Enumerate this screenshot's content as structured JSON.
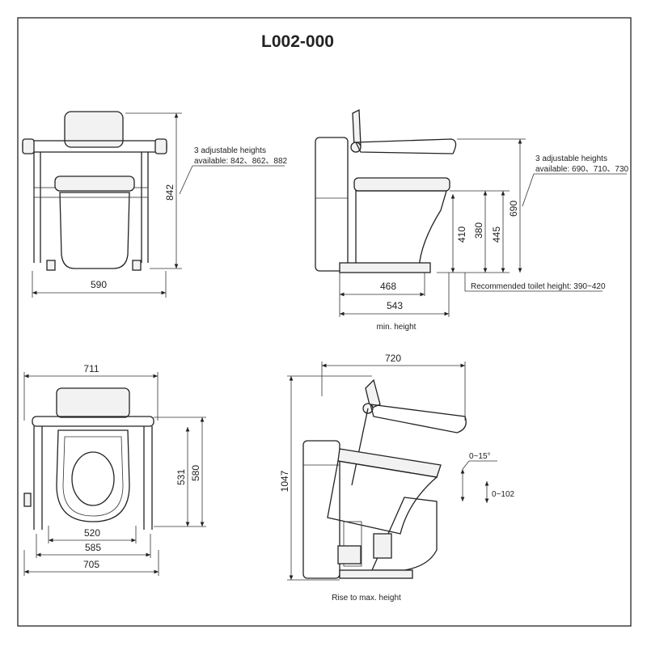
{
  "title": "L002-000",
  "front_view": {
    "width": "590",
    "height": "842",
    "note_line1": "3 adjustable heights",
    "note_line2": "available: 842、862、882"
  },
  "side_view": {
    "depth_468": "468",
    "depth_543": "543",
    "h_410": "410",
    "h_380": "380",
    "h_445": "445",
    "h_690": "690",
    "note_line1": "3 adjustable heights",
    "note_line2": "available: 690、710、730",
    "recommended": "Recommended toilet height: 390~420",
    "caption": "min. height"
  },
  "top_view": {
    "w_711": "711",
    "d_531": "531",
    "d_580": "580",
    "w_520": "520",
    "w_585": "585",
    "w_705": "705"
  },
  "raised_view": {
    "depth_720": "720",
    "height_1047": "1047",
    "tilt": "0~15°",
    "rise": "0~102",
    "caption": "Rise to max. height"
  }
}
